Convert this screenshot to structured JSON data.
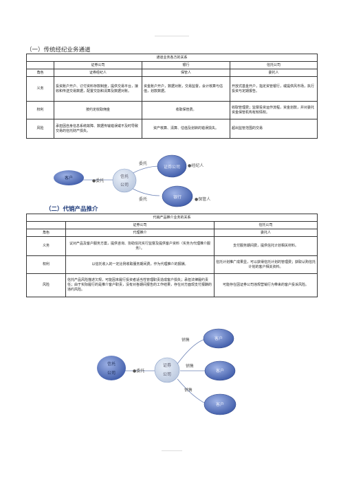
{
  "section1": {
    "heading": "（一）传统经纪业务通道",
    "table": {
      "title": "通道业务各方的关系",
      "head": [
        "证券公司",
        "银行",
        "信托公司"
      ],
      "roles": [
        "角色",
        "证券经纪人",
        "保管人",
        "委托人"
      ],
      "rows": [
        {
          "label": "义务",
          "c1": "投资账户开户、订付资料存款制度，提供交易平台，接收和传送交易数据，配置交割和清算及数据对账。",
          "c2": "资金账户开户，数据对账，交易监督，会计核算与估值，划款数据。",
          "c3": "开放式基金开户，指定资管银行，或提供风市场，执行投资与定期报告。"
        },
        {
          "label": "权利",
          "c1": "按约定收取佣金",
          "c2": "收取保管费。",
          "c3": "收取管理费；监督投资运作流程，资金划款，并对委托资金保管机构有知情权。"
        },
        {
          "label": "风险",
          "c1": "承担因自身信息系统故障、数据传输错误或不及时导致交易的信托财产损失。",
          "c2": "资产核算、清算、估值及划转的错误损失。",
          "c3": "超出监管范围的交易"
        }
      ]
    },
    "diagram": {
      "client": "客户",
      "trust_line1": "信托",
      "trust_line2": "公司",
      "securities": "证券公司",
      "bank": "银行",
      "broker": "●经纪人",
      "custodian": "●保管人",
      "entrust_left": "●委托",
      "entrust_top": "委托",
      "entrust_bottom": "委托"
    }
  },
  "section2": {
    "heading": "（二）代销产品推介",
    "table": {
      "title": "代销产品推介业务的关系",
      "head": [
        "证券公司",
        "信托公司"
      ],
      "roles": [
        "角色",
        "代理推介",
        "委托人"
      ],
      "rows": [
        {
          "label": "义务",
          "c1": "议对产品及客户服务方案，提供咨询、协助信托实行监督及提供客户资料（实务为代理推介服务）。",
          "c2": "支付服务期间费，提供信托计划相关材料。"
        },
        {
          "label": "权利",
          "c1": "以信托收入的一定比例收取服务期间费，作为代理推介的报酬。",
          "c2": "信托计划推广成果显，可以获得信托计划的管理费；获取认购信托计划的客户相关资料。"
        },
        {
          "label": "风险",
          "c1": "信托产品风险描述欠规，可能因未履行投资者适当性管理职责造成客户损失；承担法律履约责任；由于实际履行的是推介客户职责，没有对各期间报告的工作结果，存在对方面现支付报酬的违约风险。",
          "c2": "可能存在因证券公司违规营销行为带来的客户投诉风险。"
        }
      ]
    },
    "diagram": {
      "trust_line1": "信托",
      "trust_line2": "公司",
      "securities_line1": "证券",
      "securities_line2": "公司",
      "entrust": "●委托",
      "client1": "客户",
      "client2": "客户",
      "client3": "客户",
      "sell1": "销售",
      "sell2": "销售",
      "sell3": "销售"
    }
  }
}
